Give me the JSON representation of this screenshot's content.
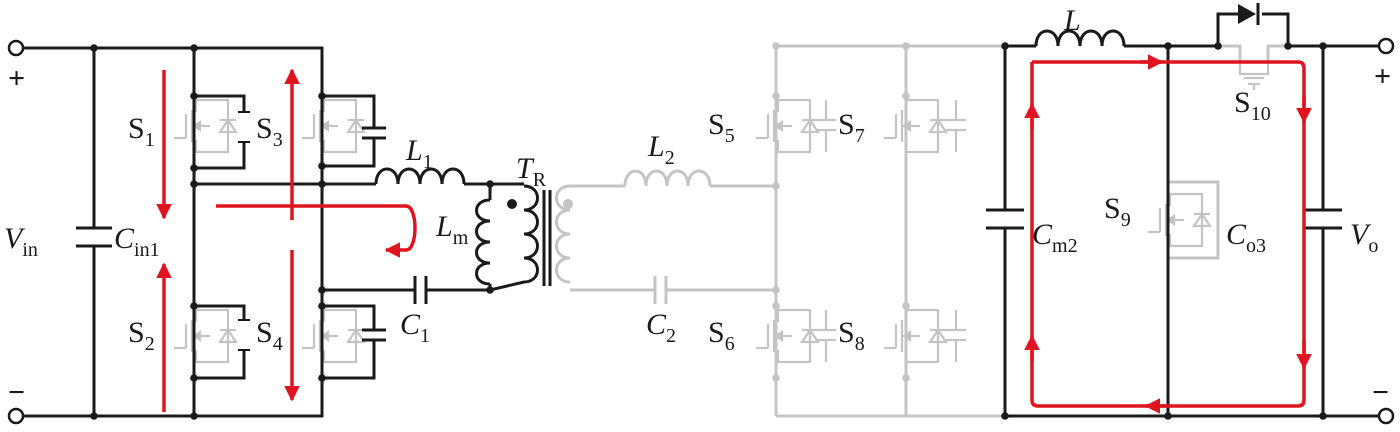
{
  "colors": {
    "active": "#1a1a1a",
    "inactive": "#c4c4c4",
    "flow": "#e0141e",
    "background": "#ffffff"
  },
  "labels": {
    "vin": {
      "main": "V",
      "sub": "in"
    },
    "cin1": {
      "main": "C",
      "sub": "in1"
    },
    "s1": {
      "main": "S",
      "sub": "1"
    },
    "s2": {
      "main": "S",
      "sub": "2"
    },
    "s3": {
      "main": "S",
      "sub": "3"
    },
    "s4": {
      "main": "S",
      "sub": "4"
    },
    "s5": {
      "main": "S",
      "sub": "5"
    },
    "s6": {
      "main": "S",
      "sub": "6"
    },
    "s7": {
      "main": "S",
      "sub": "7"
    },
    "s8": {
      "main": "S",
      "sub": "8"
    },
    "s9": {
      "main": "S",
      "sub": "9"
    },
    "s10": {
      "main": "S",
      "sub": "10"
    },
    "l1": {
      "main": "L",
      "sub": "1"
    },
    "l2": {
      "main": "L",
      "sub": "2"
    },
    "lm": {
      "main": "L",
      "sub": "m"
    },
    "tr": {
      "main": "T",
      "sub": "R"
    },
    "c1": {
      "main": "C",
      "sub": "1"
    },
    "c2": {
      "main": "C",
      "sub": "2"
    },
    "cm2": {
      "main": "C",
      "sub": "m2"
    },
    "co3": {
      "main": "C",
      "sub": "o3"
    },
    "l": {
      "main": "L"
    },
    "vo": {
      "main": "V",
      "sub": "o"
    },
    "plus_left": "+",
    "minus_left": "−",
    "plus_right": "+",
    "minus_right": "−"
  }
}
